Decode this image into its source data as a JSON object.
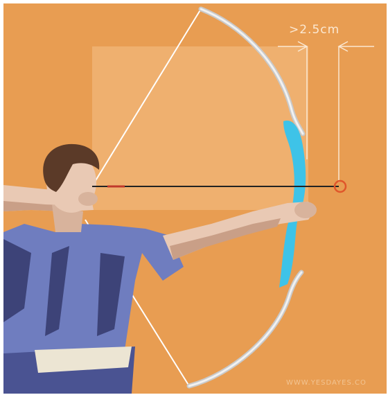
{
  "measurement": {
    "label": ">2.5cm"
  },
  "watermark": {
    "text": "WWW.YESDAYES.CO"
  },
  "colors": {
    "background": "#e89d52",
    "highlight_box": "#f2b77a",
    "riser": "#3ec3e8",
    "shirt": "#6f7dbf",
    "shirt_shadow": "#3d4378",
    "skin": "#e9c9b4",
    "hair": "#5b3a28",
    "belt": "#ece5d3",
    "string": "#ffffff",
    "arrow": "#222222",
    "target_circle": "#e0562a"
  },
  "icons": [
    "archer-figure",
    "recurve-bow",
    "arrow",
    "bow-string",
    "measurement-bracket",
    "target-circle"
  ]
}
